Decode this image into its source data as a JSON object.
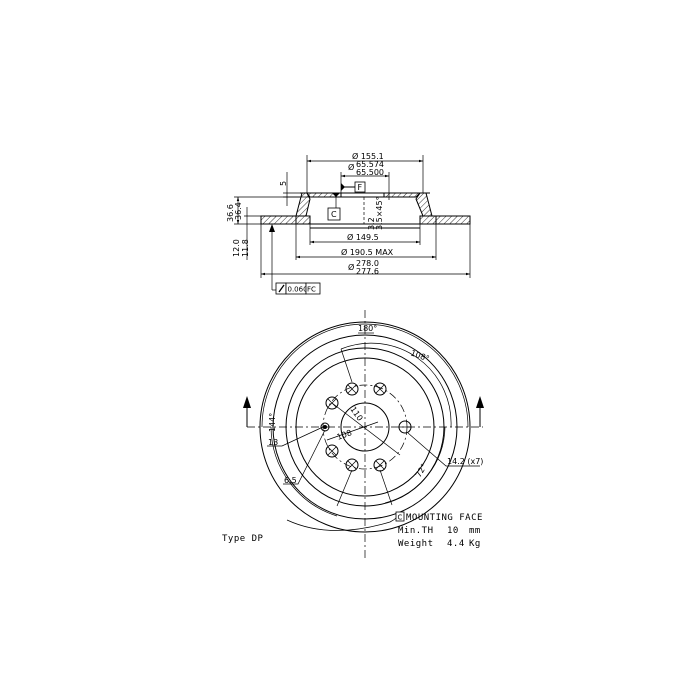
{
  "drawing": {
    "type_label": "Type DP",
    "profile_view": {
      "dim_outer_hat_diameter": "Ø 155.1",
      "dim_centering_bore_max": "65.574",
      "dim_centering_bore_min": "65.500",
      "dim_centering_bore_symbol": "Ø",
      "datum_F": "F",
      "datum_C": "C",
      "dim_hat_thickness": "5",
      "dim_total_height_1": "36.6",
      "dim_total_height_2": "36.4",
      "dim_disc_thickness_1": "12.0",
      "dim_disc_thickness_2": "11.8",
      "dim_chamfer": "3.5×45°",
      "dim_chamfer_2": "3.2",
      "dim_inner_diameter": "Ø 149.5",
      "dim_friction_inner": "Ø 190.5 MAX",
      "dim_outer_diameter_max": "278.0",
      "dim_outer_diameter_min": "277.6",
      "dim_outer_diameter_symbol": "Ø",
      "runout_tolerance_value": "0.060",
      "runout_datum": "FC"
    },
    "front_view": {
      "angle_top": "180°",
      "angle_upper_right": "108°",
      "angle_left": "144°",
      "angle_lower_right": "72°",
      "bolt_circle_label": "110",
      "pcd_label": "108",
      "hole_diameter": "13",
      "pin_hole": "6.5",
      "holes_label": "14.2 (x7)"
    },
    "notes": {
      "mounting_face_datum": "C",
      "mounting_face_label": "MOUNTING FACE",
      "min_th_label": "Min.TH",
      "min_th_value": "10",
      "min_th_unit": "mm",
      "weight_label": "Weight",
      "weight_value": "4.4",
      "weight_unit": "Kg"
    }
  }
}
